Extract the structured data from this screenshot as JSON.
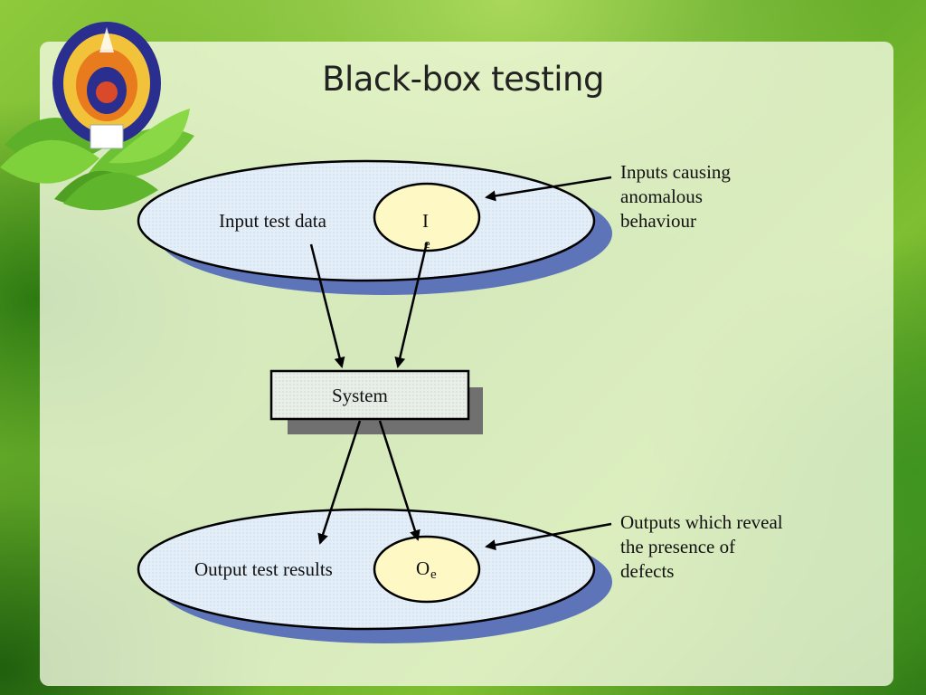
{
  "slide": {
    "title": "Black-box testing"
  },
  "logo": {
    "icon": "university-seal-icon"
  },
  "diagram": {
    "input_set_label": "Input test data",
    "input_anomalous_label": "I",
    "input_anomalous_subscript": "e",
    "system_label": "System",
    "output_set_label": "Output test results",
    "output_defect_label": "O",
    "output_defect_subscript": "e",
    "note_inputs": [
      "Inputs causing",
      "anomalous",
      "behaviour"
    ],
    "note_outputs": [
      "Outputs which reveal",
      "the presence of",
      "defects"
    ]
  }
}
